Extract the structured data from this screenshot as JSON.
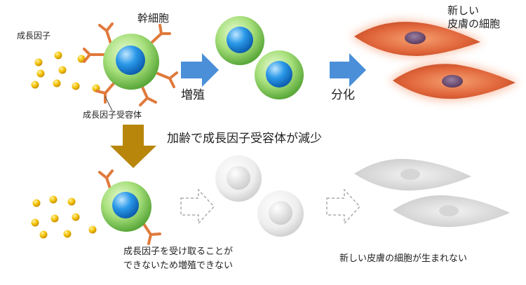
{
  "top_row": {
    "growth_factor": "成長因子",
    "stem_cell": "幹細胞",
    "receptor": "成長因子受容体",
    "proliferation": "増殖",
    "differentiation": "分化",
    "new_skin_cell_line1": "新しい",
    "new_skin_cell_line2": "皮膚の細胞"
  },
  "aging_label": "加齢で成長因子受容体が減少",
  "bottom_row": {
    "cannot_receive_line1": "成長因子を受け取ることが",
    "cannot_receive_line2": "できないため増殖できない",
    "no_new_cells": "新しい皮膚の細胞が生まれない"
  },
  "colors": {
    "cell_green": "#8fd46a",
    "nucleus_blue": "#1f8fe0",
    "receptor_orange": "#e08040",
    "growth_factor_yellow": "#f2b800",
    "arrow_blue": "#4a8fd8",
    "arrow_gold": "#b8860b",
    "skin_red": "#e46a3a",
    "faded_gray": "#d8d8d8"
  }
}
